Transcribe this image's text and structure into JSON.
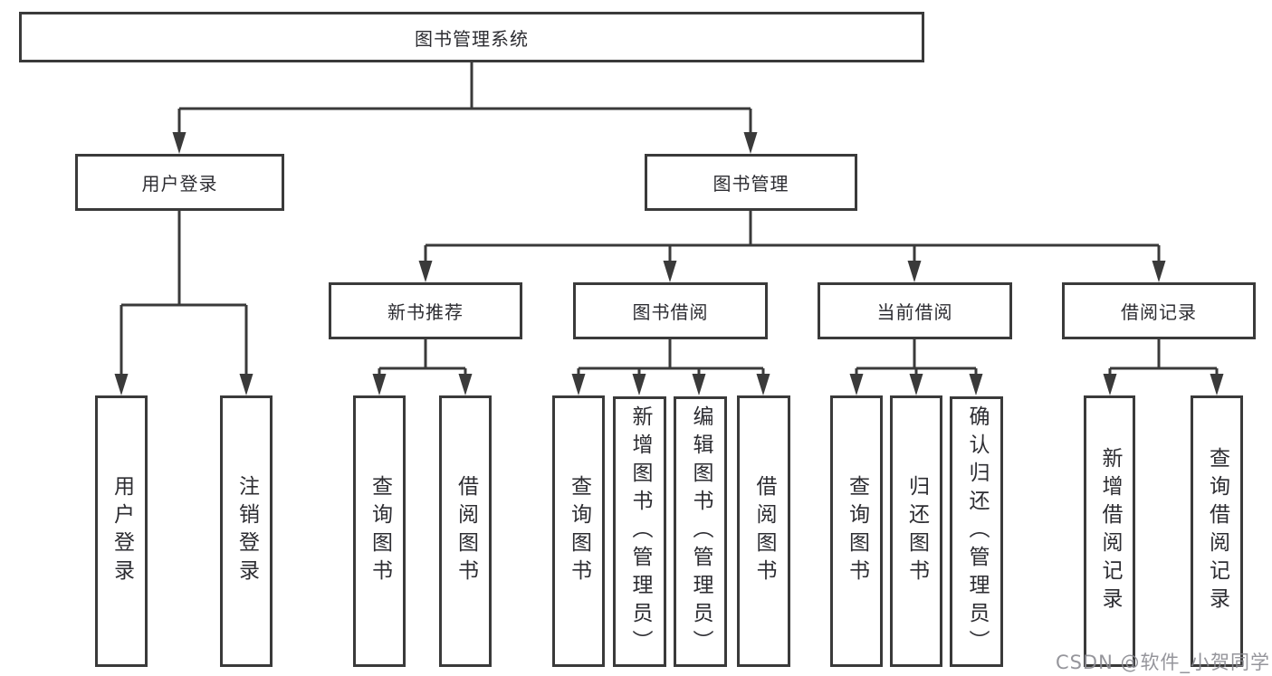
{
  "diagram": {
    "root": {
      "label": "图书管理系统"
    },
    "level1": [
      {
        "id": "user-login",
        "label": "用户登录"
      },
      {
        "id": "book-management",
        "label": "图书管理"
      }
    ],
    "level2": [
      {
        "id": "new-book-recommend",
        "label": "新书推荐"
      },
      {
        "id": "book-borrow",
        "label": "图书借阅"
      },
      {
        "id": "current-borrow",
        "label": "当前借阅"
      },
      {
        "id": "borrow-records",
        "label": "借阅记录"
      }
    ],
    "leaves": [
      {
        "id": "user-login",
        "parent": "user-login",
        "label": "用户登录"
      },
      {
        "id": "logout",
        "parent": "user-login",
        "label": "注销登录"
      },
      {
        "id": "query-books-recommend",
        "parent": "new-book-recommend",
        "label": "查询图书"
      },
      {
        "id": "borrow-books-recommend",
        "parent": "new-book-recommend",
        "label": "借阅图书"
      },
      {
        "id": "query-books-borrow",
        "parent": "book-borrow",
        "label": "查询图书"
      },
      {
        "id": "add-book-admin",
        "parent": "book-borrow",
        "label": "新增图书（管理员）"
      },
      {
        "id": "edit-book-admin",
        "parent": "book-borrow",
        "label": "编辑图书（管理员）"
      },
      {
        "id": "borrow-books-borrow",
        "parent": "book-borrow",
        "label": "借阅图书"
      },
      {
        "id": "query-books-current",
        "parent": "current-borrow",
        "label": "查询图书"
      },
      {
        "id": "return-book",
        "parent": "current-borrow",
        "label": "归还图书"
      },
      {
        "id": "confirm-return-admin",
        "parent": "current-borrow",
        "label": "确认归还（管理员）"
      },
      {
        "id": "add-borrow-record",
        "parent": "borrow-records",
        "label": "新增借阅记录"
      },
      {
        "id": "query-borrow-record",
        "parent": "borrow-records",
        "label": "查询借阅记录"
      }
    ],
    "watermark": {
      "text": "CSDN @软件_小贺同学"
    },
    "colors": {
      "line": "#3a3a3a",
      "text": "#2d2d32",
      "background": "#ffffff",
      "watermark": "#8a8a90"
    }
  }
}
